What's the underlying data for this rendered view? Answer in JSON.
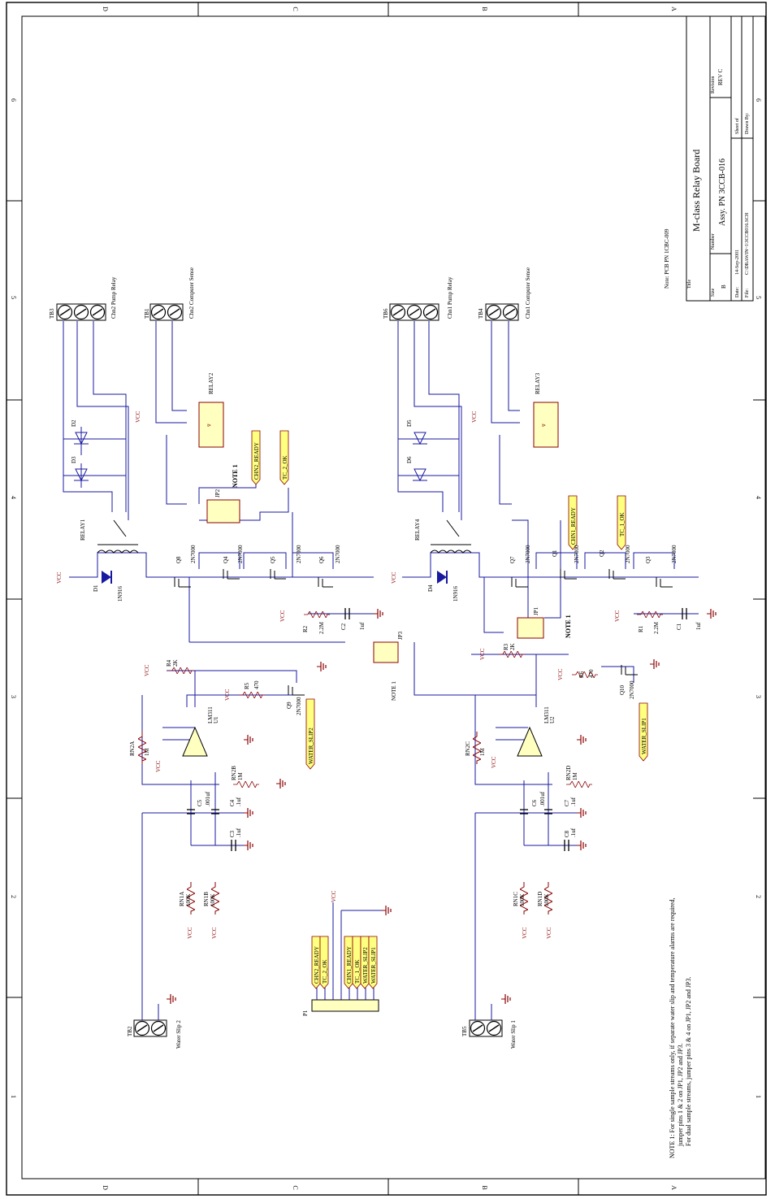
{
  "frame": {
    "zones_top": [
      "D",
      "C",
      "B",
      "A"
    ],
    "zones_bottom": [
      "D",
      "C",
      "B",
      "A"
    ],
    "zones_side": [
      "6",
      "5",
      "4",
      "3",
      "2",
      "1"
    ]
  },
  "title_block": {
    "title_label": "Title",
    "title": "M-class Relay Board",
    "size_label": "Size",
    "size": "B",
    "number_label": "Number",
    "number": "Assy. PN 3CCB-016",
    "revision_label": "Revision",
    "revision": "REV C",
    "date_label": "Date:",
    "date": "14-Sep-2001",
    "file_label": "File:",
    "file": "C:\\DRAWIN~1\\3CCB016.SCH",
    "sheet_label": "Sheet  of",
    "drawn_label": "Drawn By:"
  },
  "notes": {
    "pcb": "Note: PCB PN 1CBC-009",
    "note1_line1": "NOTE 1: For single sample streams only, if separate water slip and temperature alarms are required,",
    "note1_line2": "jumper pins 1 & 2 on JP1, JP2 and JP3.",
    "note1_line3": "For dual sample streams, jumper pins 3 & 4 on JP1, JP2 and JP3."
  },
  "labels": {
    "tb3": "TB3",
    "tb1": "TB1",
    "tb6": "TB6",
    "tb4": "TB4",
    "tb2": "TB2",
    "tb5": "TB5",
    "chn2_pump": "Chn2 Pump Relay",
    "chn2_comp": "Chn2 Computer Sense",
    "chn1_pump": "Chn1 Pump Relay",
    "chn1_comp": "Chn1 Computer Sense",
    "water_slip2": "Water Slip 2",
    "water_slip1": "Water Slip 1",
    "relay1": "RELAY1",
    "relay2": "RELAY2",
    "relay3": "RELAY3",
    "relay4": "RELAY4",
    "d1": "D1",
    "d2": "D2",
    "d3": "D3",
    "d4": "D4",
    "d5": "D5",
    "d6": "D6",
    "diode": "1N916",
    "vcc": "VCC",
    "q1": "Q1",
    "q2": "Q2",
    "q3": "Q3",
    "q4": "Q4",
    "q5": "Q5",
    "q6": "Q6",
    "q7": "Q7",
    "q8": "Q8",
    "q9": "Q9",
    "q10": "Q10",
    "fet": "2N7000",
    "jp1": "JP1",
    "jp2": "JP2",
    "jp3": "JP3",
    "note1": "NOTE 1",
    "r1": "R1",
    "r2": "R2",
    "r3": "R3",
    "r4": "R4",
    "r5": "R5",
    "r6": "R6",
    "v22m": "2.2M",
    "v2k": "2K",
    "v470": "470",
    "c1": "C1",
    "c2": "C2",
    "c3": "C3",
    "c4": "C4",
    "c5": "C5",
    "c6": "C6",
    "c7": "C7",
    "c8": "C8",
    "v1uf": "1uf",
    "v01uf": ".1uf",
    "v001uf": ".001uf",
    "u1": "U1",
    "u2": "U2",
    "lm311": "LM311",
    "rn1a": "RN1A",
    "rn1b": "RN1B",
    "rn1c": "RN1C",
    "rn1d": "RN1D",
    "rn2a": "RN2A",
    "rn2b": "RN2B",
    "rn2c": "RN2C",
    "rn2d": "RN2D",
    "v100k": "100K",
    "v1m": "1M",
    "p1": "P1",
    "chn2_ready": "CHN2_READY",
    "tc2_ok": "TC_2_OK",
    "chn1_ready": "CHN1_READY",
    "tc1_ok": "TC_1_OK",
    "ws2": "WATER_SLIP2",
    "ws1": "WATER_SLIP1"
  }
}
